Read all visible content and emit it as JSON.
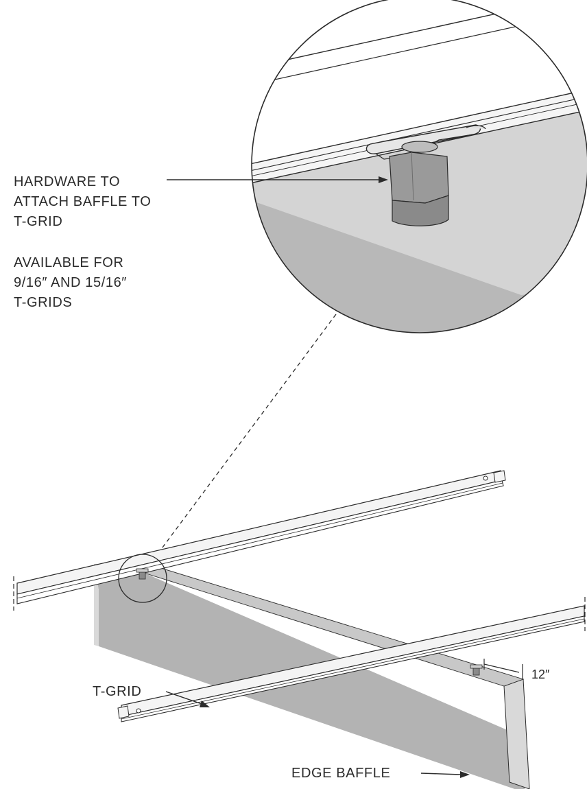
{
  "labels": {
    "hardware_line1": "HARDWARE TO",
    "hardware_line2": "ATTACH BAFFLE TO",
    "hardware_line3": "T-GRID",
    "available_line1": "AVAILABLE FOR",
    "available_line2": "9/16″ AND 15/16″",
    "available_line3": "T-GRIDS",
    "tgrid": "T-GRID",
    "spacing": "12″",
    "edge_baffle": "EDGE BAFFLE"
  },
  "colors": {
    "line": "#2b2b2b",
    "baffle_face": "#b3b3b3",
    "baffle_edge": "#d9d9d9",
    "tgrid_fill": "#f4f4f4",
    "detail_ceiling": "#d4d4d4",
    "detail_wall": "#b8b8b8",
    "detail_hardware_top": "#9a9a9a",
    "detail_hardware_bottom": "#8a8a8a"
  }
}
